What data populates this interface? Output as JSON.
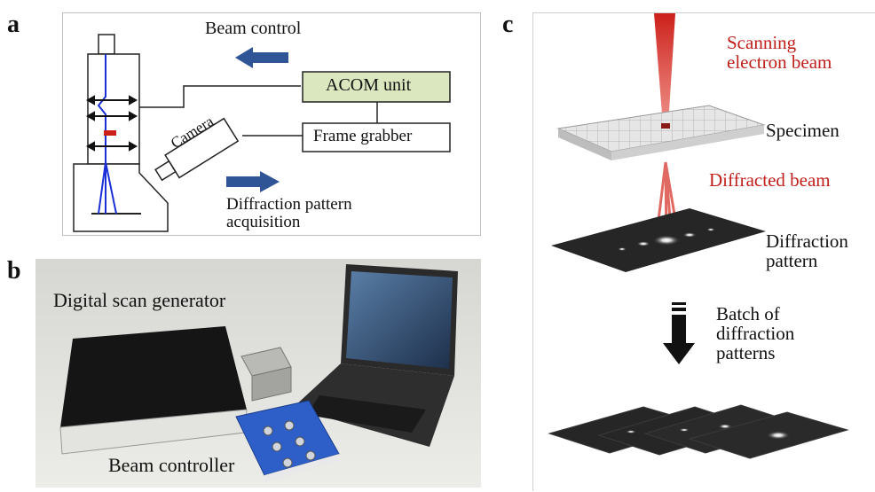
{
  "panels": {
    "a": {
      "letter": "a",
      "beam_control": "Beam control",
      "acom_unit": "ACOM unit",
      "frame_grabber": "Frame grabber",
      "camera": "Camera",
      "diffraction_line1": "Diffraction pattern",
      "diffraction_line2": "acquisition"
    },
    "b": {
      "letter": "b",
      "scan_generator": "Digital scan generator",
      "beam_controller": "Beam controller"
    },
    "c": {
      "letter": "c",
      "scanning_line1": "Scanning",
      "scanning_line2": "electron beam",
      "specimen": "Specimen",
      "diffracted_beam": "Diffracted beam",
      "pattern_line1": "Diffraction",
      "pattern_line2": "pattern",
      "batch_line1": "Batch of",
      "batch_line2": "diffraction",
      "batch_line3": "patterns"
    }
  },
  "colors": {
    "arrow_blue": "#2f5596",
    "acom_fill": "#dbe7bf",
    "beam_red": "#cc1f1a",
    "label_red": "#c0201b",
    "ray_blue": "#1b2fd6"
  }
}
